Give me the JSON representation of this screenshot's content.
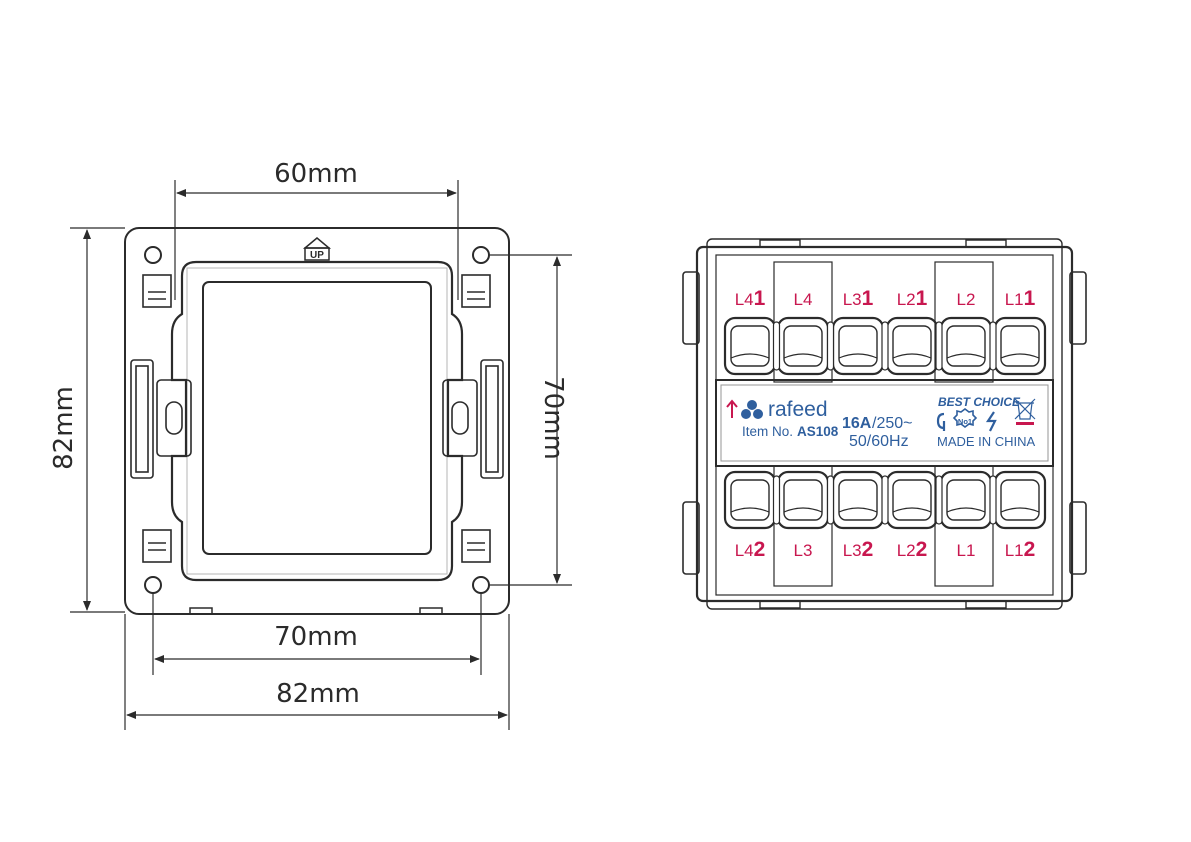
{
  "dimensions": {
    "top_width": "60mm",
    "left_height": "82mm",
    "right_height": "70mm",
    "bottom_inner_width": "70mm",
    "bottom_outer_width": "82mm"
  },
  "frame": {
    "up_label": "UP"
  },
  "module": {
    "terminals_top": [
      {
        "base": "L4",
        "suffix": "1"
      },
      {
        "base": "L4",
        "suffix": ""
      },
      {
        "base": "L3",
        "suffix": "1"
      },
      {
        "base": "L2",
        "suffix": "1"
      },
      {
        "base": "L2",
        "suffix": ""
      },
      {
        "base": "L1",
        "suffix": "1"
      }
    ],
    "terminals_bottom": [
      {
        "base": "L4",
        "suffix": "2"
      },
      {
        "base": "L3",
        "suffix": ""
      },
      {
        "base": "L3",
        "suffix": "2"
      },
      {
        "base": "L2",
        "suffix": "2"
      },
      {
        "base": "L1",
        "suffix": ""
      },
      {
        "base": "L1",
        "suffix": "2"
      }
    ],
    "brand": "rafeed",
    "item_prefix": "Item No.",
    "item_number": "AS108",
    "rating_amps": "16A",
    "rating_volts": "/250~",
    "frequency": "50/60Hz",
    "best_choice": "BEST CHOICE",
    "badge_no1": "No1",
    "made_in": "MADE IN CHINA"
  },
  "colors": {
    "line": "#2b2b2b",
    "terminal_text": "#c8174f",
    "info_text": "#2f5f9e"
  }
}
